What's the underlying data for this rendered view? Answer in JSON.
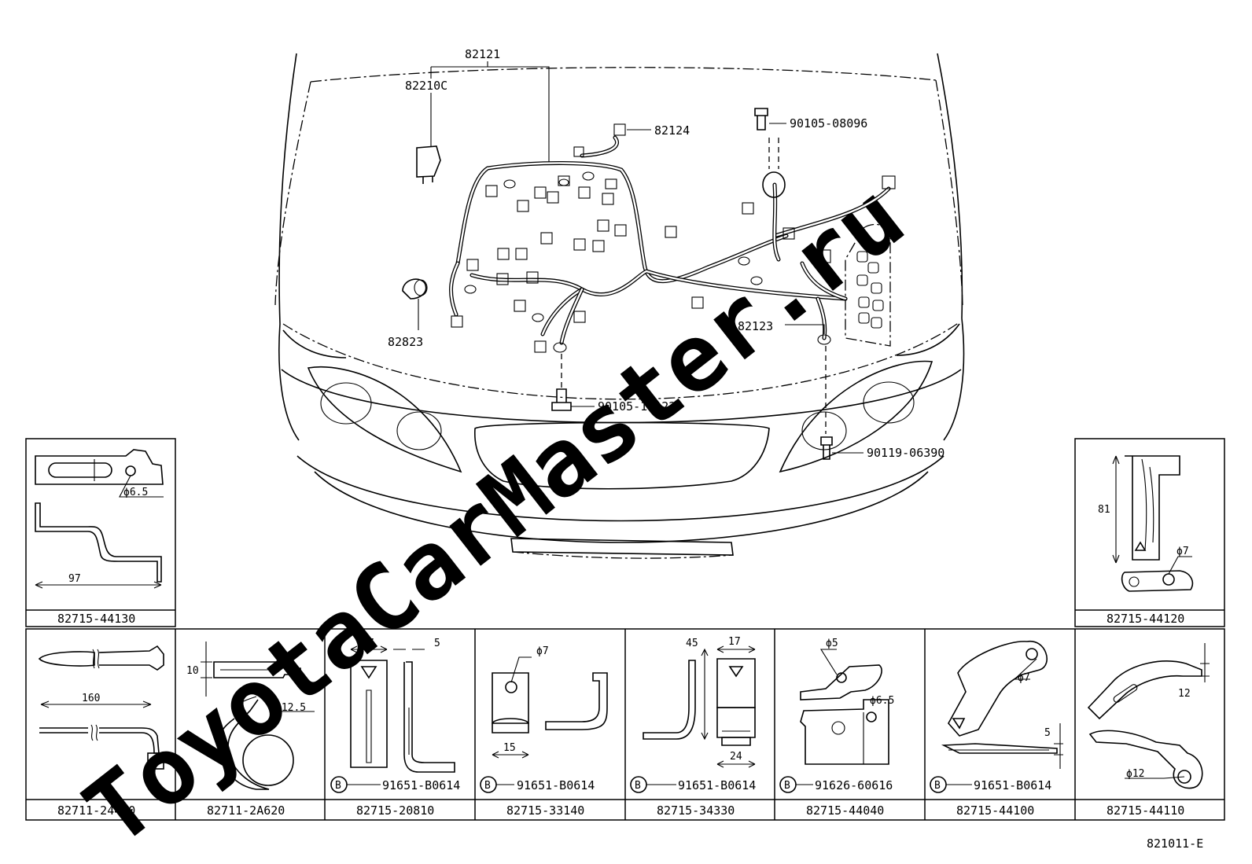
{
  "watermark": "ToyotaCarMaster.ru",
  "diagram_id": "821011-E",
  "harness_labels": {
    "main": "82121",
    "fuse": "82210C",
    "sub_a": "82124",
    "sub_b": "82123",
    "grommet": "82823",
    "bolt_top": "90105-08096",
    "bolt_mid": "90105-10122",
    "bolt_right": "90119-06390"
  },
  "upper_clamps": [
    {
      "part": "82715-44130",
      "dims": [
        "ϕ6.5",
        "97"
      ]
    },
    {
      "part": "82715-44120",
      "dims": [
        "81",
        "ϕ7"
      ]
    }
  ],
  "bottom_clamps": [
    {
      "part": "82711-24420",
      "dims": [
        "160"
      ],
      "ref": ""
    },
    {
      "part": "82711-2A620",
      "dims": [
        "10",
        "R12.5"
      ],
      "ref": ""
    },
    {
      "part": "82715-20810",
      "dims": [
        "17",
        "5"
      ],
      "ref": "91651-B0614"
    },
    {
      "part": "82715-33140",
      "dims": [
        "ϕ7",
        "15"
      ],
      "ref": "91651-B0614"
    },
    {
      "part": "82715-34330",
      "dims": [
        "45",
        "17",
        "24"
      ],
      "ref": "91651-B0614"
    },
    {
      "part": "82715-44040",
      "dims": [
        "ϕ5",
        "ϕ6.5"
      ],
      "ref": "91626-60616"
    },
    {
      "part": "82715-44100",
      "dims": [
        "ϕ7",
        "5"
      ],
      "ref": "91651-B0614"
    },
    {
      "part": "82715-44110",
      "dims": [
        "12",
        "ϕ12"
      ],
      "ref": ""
    }
  ],
  "ref_symbol": "B"
}
